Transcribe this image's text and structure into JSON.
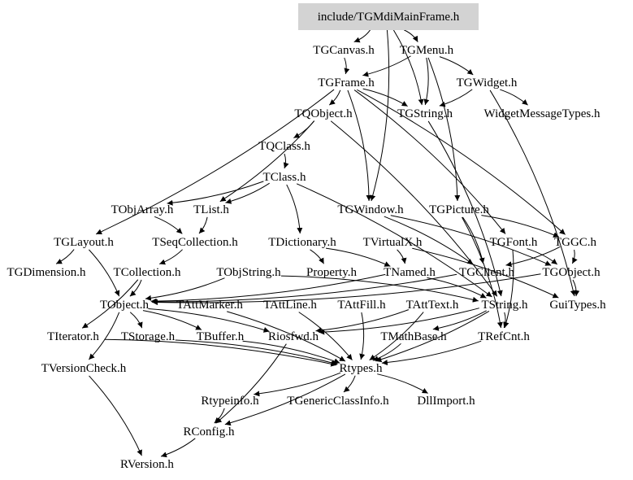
{
  "root": "include/TGMdiMainFrame.h",
  "root_fill": "#d3d3d3",
  "nodes": [
    "include/TGMdiMainFrame.h",
    "TGCanvas.h",
    "TGMenu.h",
    "TGFrame.h",
    "TGWidget.h",
    "TQObject.h",
    "TGString.h",
    "WidgetMessageTypes.h",
    "TQClass.h",
    "TClass.h",
    "TObjArray.h",
    "TList.h",
    "TGWindow.h",
    "TGPicture.h",
    "TGLayout.h",
    "TSeqCollection.h",
    "TDictionary.h",
    "TVirtualX.h",
    "TGFont.h",
    "TGGC.h",
    "TGDimension.h",
    "TCollection.h",
    "TObjString.h",
    "Property.h",
    "TNamed.h",
    "TGClient.h",
    "TGObject.h",
    "TObject.h",
    "TAttMarker.h",
    "TAttLine.h",
    "TAttFill.h",
    "TAttText.h",
    "TString.h",
    "GuiTypes.h",
    "TIterator.h",
    "TStorage.h",
    "TBuffer.h",
    "Riosfwd.h",
    "TMathBase.h",
    "TRefCnt.h",
    "TVersionCheck.h",
    "Rtypes.h",
    "Rtypeinfo.h",
    "TGenericClassInfo.h",
    "DllImport.h",
    "RConfig.h",
    "RVersion.h"
  ],
  "edges": [
    [
      "include/TGMdiMainFrame.h",
      "TGCanvas.h"
    ],
    [
      "include/TGMdiMainFrame.h",
      "TGMenu.h"
    ],
    [
      "include/TGMdiMainFrame.h",
      "TGWindow.h"
    ],
    [
      "include/TGMdiMainFrame.h",
      "TGString.h"
    ],
    [
      "TGCanvas.h",
      "TGFrame.h"
    ],
    [
      "TGMenu.h",
      "TGFrame.h"
    ],
    [
      "TGMenu.h",
      "TGWidget.h"
    ],
    [
      "TGMenu.h",
      "TGString.h"
    ],
    [
      "TGMenu.h",
      "TGPicture.h"
    ],
    [
      "TGFrame.h",
      "TQObject.h"
    ],
    [
      "TGFrame.h",
      "TGString.h"
    ],
    [
      "TGFrame.h",
      "TGWindow.h"
    ],
    [
      "TGFrame.h",
      "TGLayout.h"
    ],
    [
      "TGFrame.h",
      "TGGC.h"
    ],
    [
      "TGFrame.h",
      "TGFont.h"
    ],
    [
      "TGWidget.h",
      "TGString.h"
    ],
    [
      "TGWidget.h",
      "WidgetMessageTypes.h"
    ],
    [
      "TGWidget.h",
      "GuiTypes.h"
    ],
    [
      "TGString.h",
      "TString.h"
    ],
    [
      "TQObject.h",
      "TQClass.h"
    ],
    [
      "TQObject.h",
      "TList.h"
    ],
    [
      "TQObject.h",
      "TString.h"
    ],
    [
      "TQClass.h",
      "TClass.h"
    ],
    [
      "TClass.h",
      "TObjArray.h"
    ],
    [
      "TClass.h",
      "TList.h"
    ],
    [
      "TClass.h",
      "TDictionary.h"
    ],
    [
      "TClass.h",
      "TString.h"
    ],
    [
      "TObjArray.h",
      "TSeqCollection.h"
    ],
    [
      "TList.h",
      "TSeqCollection.h"
    ],
    [
      "TSeqCollection.h",
      "TCollection.h"
    ],
    [
      "TCollection.h",
      "TObject.h"
    ],
    [
      "TCollection.h",
      "TIterator.h"
    ],
    [
      "TGLayout.h",
      "TGDimension.h"
    ],
    [
      "TGLayout.h",
      "TObject.h"
    ],
    [
      "TDictionary.h",
      "TNamed.h"
    ],
    [
      "TDictionary.h",
      "Property.h"
    ],
    [
      "TVirtualX.h",
      "TNamed.h"
    ],
    [
      "TVirtualX.h",
      "GuiTypes.h"
    ],
    [
      "TGWindow.h",
      "TGObject.h"
    ],
    [
      "TGWindow.h",
      "TGClient.h"
    ],
    [
      "TGPicture.h",
      "TGClient.h"
    ],
    [
      "TGPicture.h",
      "TRefCnt.h"
    ],
    [
      "TGPicture.h",
      "TGGC.h"
    ],
    [
      "TGFont.h",
      "TGObject.h"
    ],
    [
      "TGFont.h",
      "TRefCnt.h"
    ],
    [
      "TGGC.h",
      "TGObject.h"
    ],
    [
      "TGGC.h",
      "TGClient.h"
    ],
    [
      "TGClient.h",
      "TObject.h"
    ],
    [
      "TGObject.h",
      "GuiTypes.h"
    ],
    [
      "TGObject.h",
      "TObject.h"
    ],
    [
      "TNamed.h",
      "TObject.h"
    ],
    [
      "TNamed.h",
      "TString.h"
    ],
    [
      "TObjString.h",
      "TObject.h"
    ],
    [
      "TObjString.h",
      "TString.h"
    ],
    [
      "TObject.h",
      "TStorage.h"
    ],
    [
      "TObject.h",
      "TVersionCheck.h"
    ],
    [
      "TObject.h",
      "Riosfwd.h"
    ],
    [
      "TObject.h",
      "TBuffer.h"
    ],
    [
      "TAttMarker.h",
      "Rtypes.h"
    ],
    [
      "TAttLine.h",
      "Rtypes.h"
    ],
    [
      "TAttFill.h",
      "Rtypes.h"
    ],
    [
      "TAttText.h",
      "Rtypes.h"
    ],
    [
      "TAttText.h",
      "Riosfwd.h"
    ],
    [
      "TString.h",
      "TMathBase.h"
    ],
    [
      "TString.h",
      "TRefCnt.h"
    ],
    [
      "TString.h",
      "Riosfwd.h"
    ],
    [
      "TString.h",
      "Rtypes.h"
    ],
    [
      "TStorage.h",
      "Rtypes.h"
    ],
    [
      "TBuffer.h",
      "Rtypes.h"
    ],
    [
      "TIterator.h",
      "Rtypes.h"
    ],
    [
      "TMathBase.h",
      "Rtypes.h"
    ],
    [
      "TRefCnt.h",
      "Rtypes.h"
    ],
    [
      "Rtypes.h",
      "Rtypeinfo.h"
    ],
    [
      "Rtypes.h",
      "TGenericClassInfo.h"
    ],
    [
      "Rtypes.h",
      "DllImport.h"
    ],
    [
      "Rtypes.h",
      "RConfig.h"
    ],
    [
      "Riosfwd.h",
      "RConfig.h"
    ],
    [
      "Rtypeinfo.h",
      "RConfig.h"
    ],
    [
      "TVersionCheck.h",
      "RVersion.h"
    ],
    [
      "RConfig.h",
      "RVersion.h"
    ]
  ]
}
